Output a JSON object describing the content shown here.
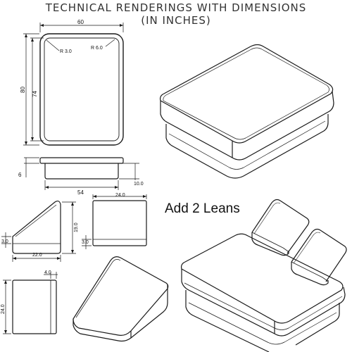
{
  "header": {
    "title_line1": "TECHNICAL RENDERINGS WITH DIMENSIONS",
    "title_line2": "(IN INCHES)"
  },
  "callout": {
    "add_leans": "Add 2 Leans"
  },
  "dimensions": {
    "top_width": "60",
    "outer_height": "80",
    "inner_height": "74",
    "corner_inner": "R 3.0",
    "corner_outer": "R 6.0",
    "base_thickness": "6",
    "base_width": "54",
    "base_height": "10.0",
    "lean_height": "19.0",
    "lean_width": "22.0",
    "lean_depth_top": "24.0",
    "lean_step_left": "3.0",
    "lean_step_right": "3.0",
    "lean_depth_side": "24.0",
    "lean_top_small": "4.0"
  },
  "colors": {
    "line": "#1a1a1a",
    "background": "#ffffff"
  }
}
